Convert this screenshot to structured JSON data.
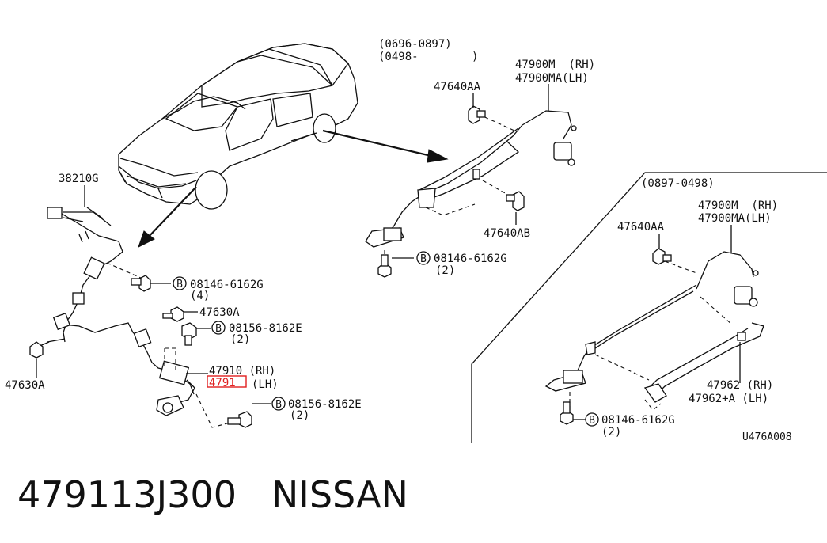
{
  "diagram": {
    "labels": {
      "date_range_a": "(0696-0897)",
      "date_range_b": "(0498-        )",
      "date_range_c": "(0897-0498)",
      "part_47900m_rh_top": "47900M  (RH)",
      "part_47900ma_lh_top": "47900MA(LH)",
      "part_47640aa_top": "47640AA",
      "part_47640ab": "47640AB",
      "bolt_08146_top": "08146-6162G",
      "qty_2_top": "(2)",
      "part_38210g": "38210G",
      "bolt_08146_left": "08146-6162G",
      "qty_4_left": "(4)",
      "part_47630a_upper": "47630A",
      "bolt_08156_upper": "08156-8162E",
      "qty_2_upper": "(2)",
      "part_47910_rh": "47910 (RH)",
      "part_4791_lh_highlight": "4791",
      "part_lh_suffix": "(LH)",
      "bolt_08156_lower": "08156-8162E",
      "qty_2_lower": "(2)",
      "part_47630a_left": "47630A",
      "part_47640aa_right": "47640AA",
      "part_47900m_rh_right": "47900M  (RH)",
      "part_47900ma_lh_right": "47900MA(LH)",
      "part_47962_rh": "47962 (RH)",
      "part_47962a_lh": "47962+A (LH)",
      "bolt_08146_right": "08146-6162G",
      "qty_2_right": "(2)",
      "figure_code": "U476A008",
      "circled_b": "B"
    },
    "highlight_color": "#e02020"
  },
  "caption": {
    "part_number": "479113J300",
    "brand": "NISSAN"
  }
}
